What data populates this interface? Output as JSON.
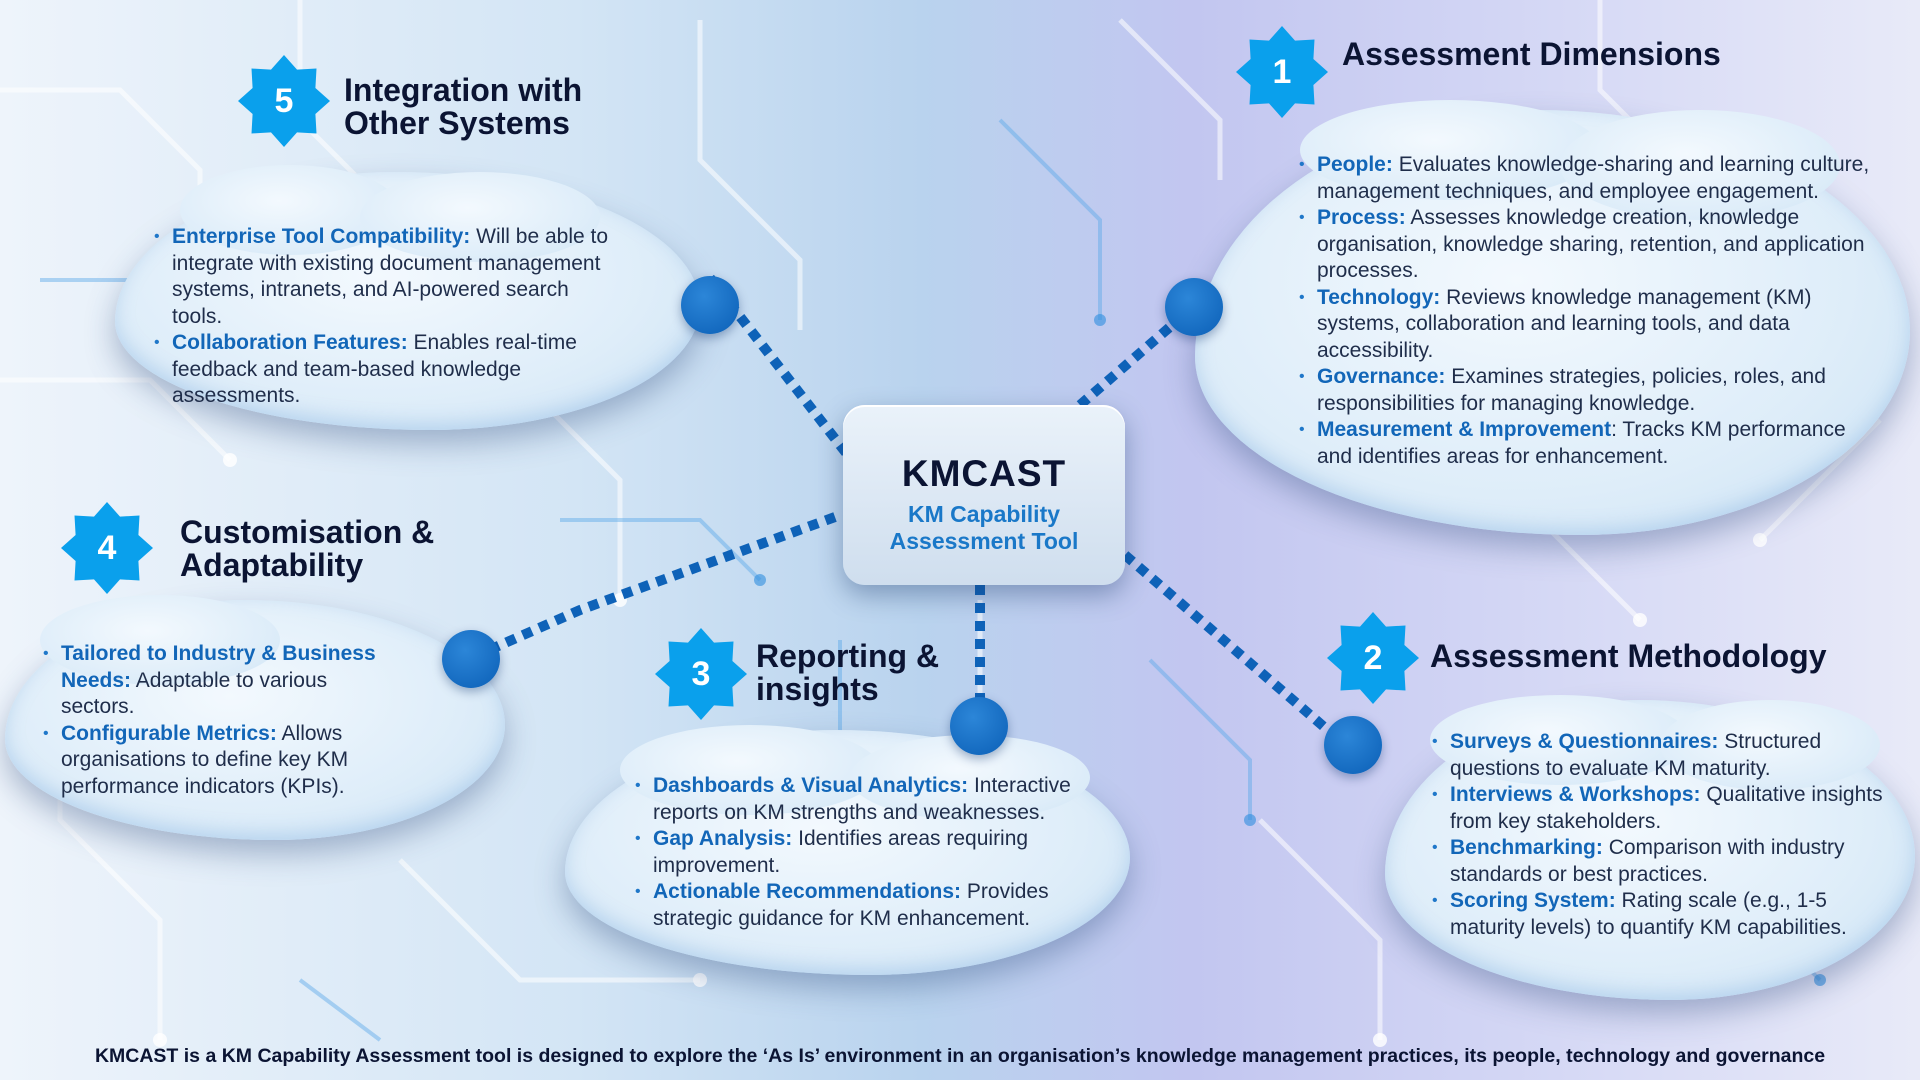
{
  "center": {
    "title": "KMCAST",
    "subtitle_line1": "KM Capability",
    "subtitle_line2": "Assessment Tool"
  },
  "sections": {
    "s1": {
      "number": "1",
      "title_line1": "Assessment Dimensions",
      "items": [
        {
          "term": "People:",
          "text": " Evaluates knowledge-sharing and learning culture, management techniques, and employee engagement."
        },
        {
          "term": "Process:",
          "text": " Assesses knowledge creation, knowledge organisation, knowledge sharing, retention, and application processes."
        },
        {
          "term": "Technology:",
          "text": " Reviews knowledge management (KM) systems,  collaboration and learning tools, and data accessibility."
        },
        {
          "term": "Governance:",
          "text": " Examines strategies, policies, roles, and responsibilities for managing knowledge."
        },
        {
          "term": "Measurement & Improvement",
          "text": ": Tracks KM performance and identifies areas for enhancement."
        }
      ]
    },
    "s2": {
      "number": "2",
      "title_line1": "Assessment Methodology",
      "items": [
        {
          "term": "Surveys & Questionnaires:",
          "text": " Structured questions to evaluate KM maturity."
        },
        {
          "term": "Interviews & Workshops:",
          "text": " Qualitative insights from key stakeholders."
        },
        {
          "term": "Benchmarking:",
          "text": " Comparison with industry standards or best practices."
        },
        {
          "term": "Scoring System:",
          "text": " Rating scale (e.g., 1-5 maturity levels) to quantify KM capabilities."
        }
      ]
    },
    "s3": {
      "number": "3",
      "title_line1": "Reporting &",
      "title_line2": "insights",
      "items": [
        {
          "term": "Dashboards & Visual Analytics:",
          "text": " Interactive reports on KM strengths and weaknesses."
        },
        {
          "term": "Gap Analysis:",
          "text": " Identifies areas requiring improvement."
        },
        {
          "term": "Actionable Recommendations:",
          "text": " Provides strategic guidance for KM enhancement."
        }
      ]
    },
    "s4": {
      "number": "4",
      "title_line1": "Customisation &",
      "title_line2": "Adaptability",
      "items": [
        {
          "term": "Tailored to Industry & Business Needs:",
          "text": " Adaptable to various sectors."
        },
        {
          "term": "Configurable Metrics:",
          "text": " Allows organisations to define key KM performance indicators (KPIs)."
        }
      ]
    },
    "s5": {
      "number": "5",
      "title_line1": "Integration with",
      "title_line2": "Other Systems",
      "items": [
        {
          "term": "Enterprise Tool Compatibility:",
          "text": " Will be able to  integrate with existing document management systems, intranets, and AI-powered search tools."
        },
        {
          "term": "Collaboration Features:",
          "text": " Enables real-time feedback and team-based knowledge assessments."
        }
      ]
    }
  },
  "footer": "KMCAST is a KM Capability Assessment tool is designed to explore the ‘As Is’ environment in an organisation’s knowledge management practices, its people, technology and governance",
  "colors": {
    "accent": "#1266b8",
    "badge": "#0aa0ec",
    "node": "#0b64bd",
    "heading": "#0b1433"
  }
}
